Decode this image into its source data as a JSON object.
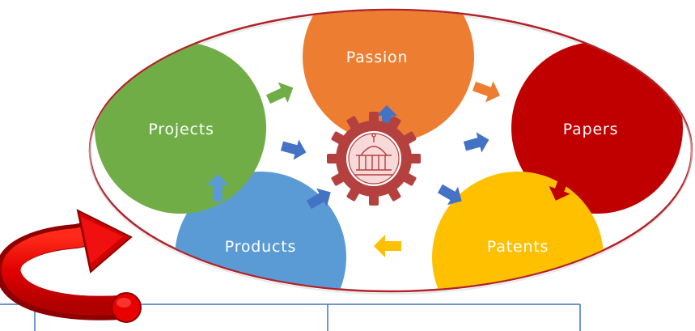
{
  "diagram": {
    "nodes": [
      {
        "id": "passion",
        "label": "Passion",
        "color": "#ED7D31"
      },
      {
        "id": "papers",
        "label": "Papers",
        "color": "#C00000"
      },
      {
        "id": "patents",
        "label": "Patents",
        "color": "#FFC000"
      },
      {
        "id": "products",
        "label": "Products",
        "color": "#5B9BD5"
      },
      {
        "id": "projects",
        "label": "Projects",
        "color": "#70AD47"
      }
    ],
    "center_emblem": {
      "icon": "gear-emblem-icon",
      "color": "#B5413F"
    },
    "ellipse_border_color": "#B0232A",
    "curved_arrow": {
      "icon": "curved-arrow-icon",
      "color": "#E00000"
    },
    "cycle_arrow_colors": {
      "passion_to_papers": "#ED7D31",
      "papers_to_patents": "#C00000",
      "patents_to_products": "#FFC000",
      "products_to_projects": "#5B9BD5",
      "projects_to_passion": "#70AD47"
    },
    "spoke_arrow_color": "#4472C4",
    "table_line_color": "#4472C4"
  }
}
